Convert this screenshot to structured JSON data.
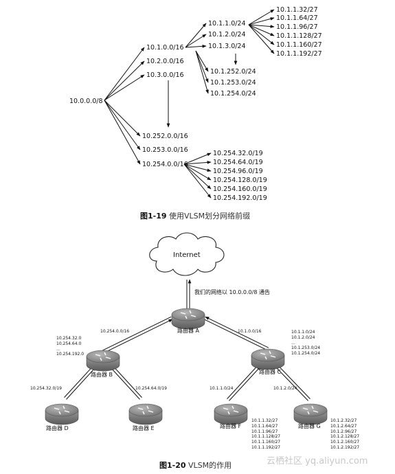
{
  "tree": {
    "root": "10.0.0.0/8",
    "level1": [
      "10.1.0.0/16",
      "10.2.0.0/16",
      "10.3.0.0/16",
      "10.252.0.0/16",
      "10.253.0.0/16",
      "10.254.0.0/16"
    ],
    "level2_a": [
      "10.1.1.0/24",
      "10.1.2.0/24",
      "10.1.3.0/24"
    ],
    "level2_b": [
      "10.1.252.0/24",
      "10.1.253.0/24",
      "10.1.254.0/24"
    ],
    "level3_a": [
      "10.1.1.32/27",
      "10.1.1.64/27",
      "10.1.1.96/27",
      "10.1.1.128/27",
      "10.1.1.160/27",
      "10.1.1.192/27"
    ],
    "level2_c": [
      "10.254.32.0/19",
      "10.254.64.0/19",
      "10.254.96.0/19",
      "10.254.128.0/19",
      "10.254.160.0/19",
      "10.254.192.0/19"
    ]
  },
  "caption1": {
    "num": "图1-19",
    "text": "使用VLSM划分网络前缀"
  },
  "network": {
    "cloud": "Internet",
    "advert": "我们的网络以 10.0.0.0/8 通告",
    "routers": {
      "a": "路由器 A",
      "b": "路由器 B",
      "c": "路由器 C",
      "d": "路由器 D",
      "e": "路由器 E",
      "f": "路由器 F",
      "g": "路由器 G"
    },
    "links": {
      "ab": "10.254.0.0/16",
      "ac": "10.1.0.0/16",
      "bd": "10.254.32.0/19",
      "be": "10.254.64.0/19",
      "cf": "10.1.1.0/24",
      "cg": "10.1.2.0/24"
    },
    "b_list": [
      "10.254.32.0",
      "10.254.64.0",
      "...",
      "10.254.192.0"
    ],
    "c_list": [
      "10.1.1.0/24",
      "10.1.2.0/24",
      "...",
      "10.1.253.0/24",
      "10.1.254.0/24"
    ],
    "f_list": [
      "10.1.1.32/27",
      "10.1.1.64/27",
      "10.1.1.96/27",
      "10.1.1.128/27",
      "10.1.1.160/27",
      "10.1.1.192/27"
    ],
    "g_list": [
      "10.1.2.32/27",
      "10.1.2.64/27",
      "10.1.2.96/27",
      "10.1.2.128/27",
      "10.1.2.160/27",
      "10.1.2.192/27"
    ]
  },
  "caption2": {
    "num": "图1-20",
    "text": "VLSM的作用"
  },
  "watermark": "云栖社区 yq.aliyun.com"
}
